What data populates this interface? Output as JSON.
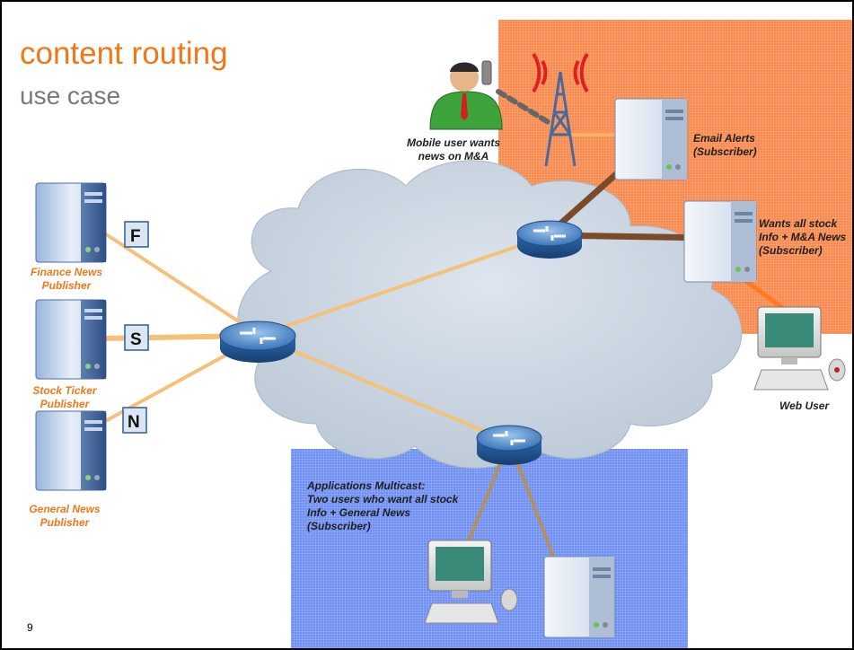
{
  "slide": {
    "title": "content routing",
    "subtitle": "use case",
    "page_number": "9"
  },
  "nodes": {
    "finance_publisher": {
      "label_line1": "Finance News",
      "label_line2": "Publisher",
      "doc_letter": "F"
    },
    "stock_publisher": {
      "label_line1": "Stock Ticker",
      "label_line2": "Publisher",
      "doc_letter": "S"
    },
    "general_publisher": {
      "label_line1": "General News",
      "label_line2": "Publisher",
      "doc_letter": "N"
    },
    "mobile_user": {
      "label_line1": "Mobile user wants",
      "label_line2": "news on M&A"
    },
    "email_alerts": {
      "label_line1": "Email Alerts",
      "label_line2": "(Subscriber)"
    },
    "stock_subscriber": {
      "label_line1": "Wants all stock",
      "label_line2": "Info + M&A News",
      "label_line3": "(Subscriber)"
    },
    "web_user": {
      "label": "Web User"
    },
    "multicast": {
      "label_line1": "Applications Multicast:",
      "label_line2": "Two users who want all stock",
      "label_line3": "Info + General News",
      "label_line4": "(Subscriber)"
    }
  },
  "colors": {
    "title": "#f07818",
    "subtitle": "#7a7a7a",
    "orange_zone": "#f98a4f",
    "blue_zone": "#6f8ff2",
    "link": "#f5c07a",
    "dark_link": "#7a4a2a",
    "cloud": "#c4d0dc",
    "router": "#3f7fc4"
  }
}
